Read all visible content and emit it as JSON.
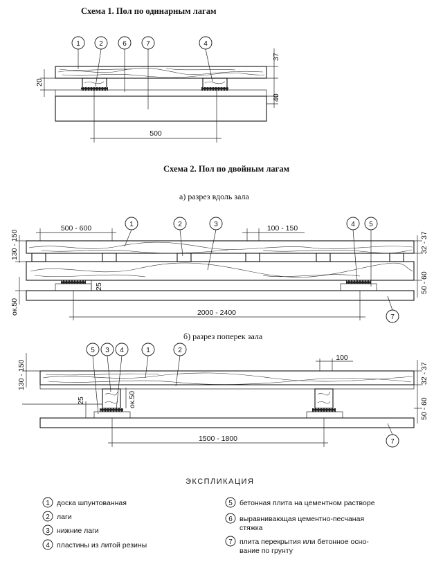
{
  "scheme1": {
    "title": "Схема 1. Пол по одинарным лагам",
    "dims": {
      "top": "37",
      "bottom": "40",
      "left": "20",
      "span": "500"
    },
    "callouts": [
      "1",
      "2",
      "6",
      "7",
      "4"
    ]
  },
  "scheme2": {
    "title": "Схема 2. Пол по двойным лагам",
    "section_a": {
      "title": "а) разрез вдоль зала",
      "dims": {
        "left_top": "130 - 150",
        "left_bottom": "ок.50",
        "span1": "500 - 600",
        "span2": "100 - 150",
        "right_top": "32 - 37",
        "right_bottom": "50 - 60",
        "small": "25",
        "bottom": "2000 - 2400"
      },
      "callouts": [
        "1",
        "2",
        "3",
        "4",
        "5",
        "7"
      ]
    },
    "section_b": {
      "title": "б) разрез поперек зала",
      "dims": {
        "left_top": "130 - 150",
        "small": "25",
        "ok50": "ок.50",
        "top": "100",
        "right_top": "32 - 37",
        "right_bottom": "50 - 60",
        "bottom": "1500 - 1800"
      },
      "callouts": [
        "5",
        "3",
        "4",
        "1",
        "2",
        "7"
      ]
    }
  },
  "explication": {
    "title": "ЭКСПЛИКАЦИЯ",
    "items": [
      {
        "num": "1",
        "text": "доска шпунтованная"
      },
      {
        "num": "2",
        "text": "лаги"
      },
      {
        "num": "3",
        "text": "нижние лаги"
      },
      {
        "num": "4",
        "text": "пластины из литой резины"
      },
      {
        "num": "5",
        "text": "бетонная плита на цементном растворе"
      },
      {
        "num": "6",
        "text": "выравнивающая цементно-песчаная"
      },
      {
        "num": "6b",
        "text": "стяжка"
      },
      {
        "num": "7",
        "text": "плита перекрытия или бетонное осно-"
      },
      {
        "num": "7b",
        "text": "вание по грунту"
      }
    ]
  }
}
